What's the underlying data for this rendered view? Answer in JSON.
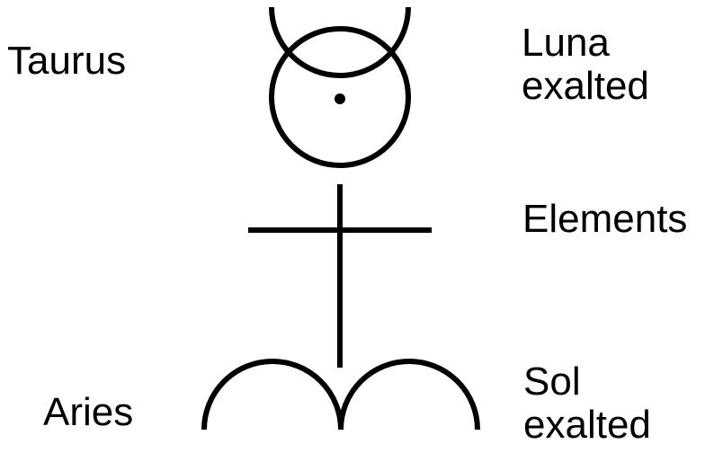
{
  "labels": {
    "taurus": "Taurus",
    "aries": "Aries",
    "luna": [
      "Luna",
      "exalted"
    ],
    "elements": "Elements",
    "sol": [
      "Sol",
      "exalted"
    ]
  },
  "colors": {
    "stroke": "#000000",
    "background": "#ffffff"
  },
  "icons": {
    "glyph": "monad-symbol"
  }
}
